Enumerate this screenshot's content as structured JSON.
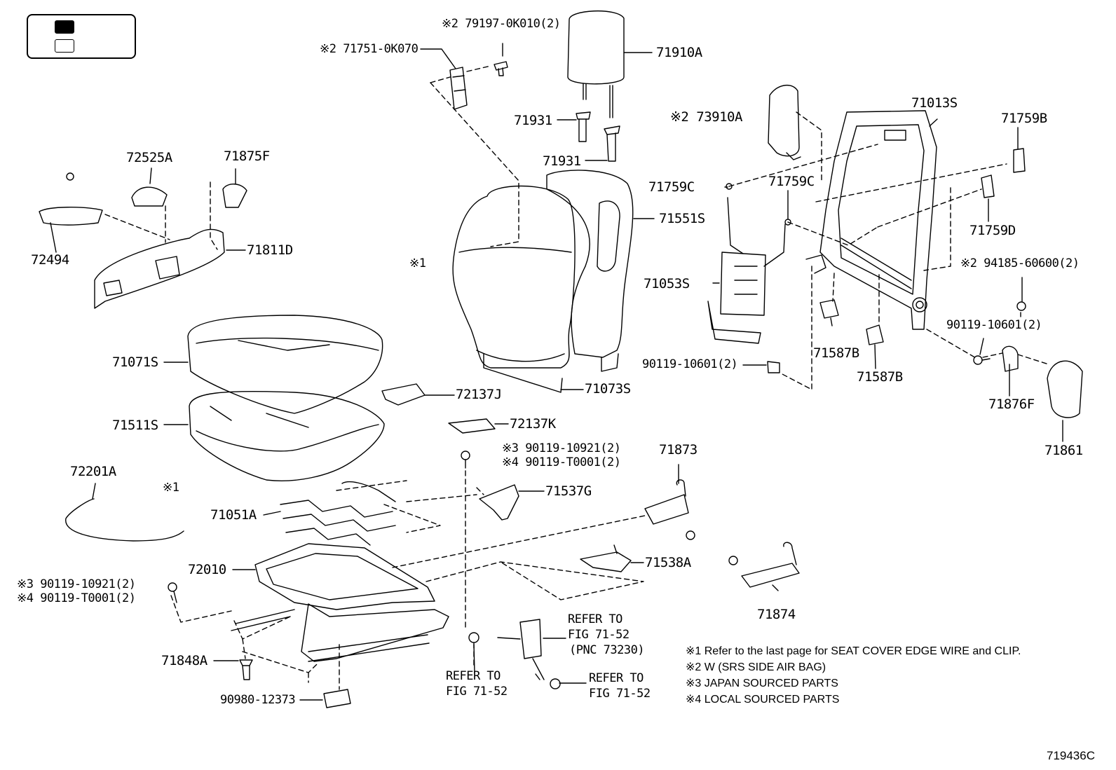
{
  "legend": {
    "swatches": [
      {
        "fill": "#000000"
      },
      {
        "fill": "#ffffff"
      }
    ]
  },
  "part_labels": {
    "p_79197": "※2 79197-0K010(2)",
    "p_71751": "※2 71751-0K070",
    "p_71910A": "71910A",
    "p_71931a": "71931",
    "p_71931b": "71931",
    "p_73910A": "※2 73910A",
    "p_71013S": "71013S",
    "p_71759B": "71759B",
    "p_71759C_a": "71759C",
    "p_71759C_b": "71759C",
    "p_71759D": "71759D",
    "p_72525A": "72525A",
    "p_71875F": "71875F",
    "p_72494": "72494",
    "p_71811D": "71811D",
    "p_71551S": "71551S",
    "p_71053S": "71053S",
    "p_294185": "※2 94185-60600(2)",
    "p_90119_10601a": "90119-10601(2)",
    "p_90119_10601b": "90119-10601(2)",
    "p_71587B_a": "71587B",
    "p_71587B_b": "71587B",
    "p_71876F": "71876F",
    "p_71861": "71861",
    "p_ref1a": "※1",
    "p_71071S": "71071S",
    "p_72137J": "72137J",
    "p_71073S": "71073S",
    "p_71511S": "71511S",
    "p_72137K": "72137K",
    "p_90119_10921a": "※3 90119-10921(2)",
    "p_90119_T0001a": "※4 90119-T0001(2)",
    "p_71873": "71873",
    "p_72201A": "72201A",
    "p_ref1b": "※1",
    "p_71537G": "71537G",
    "p_71051A": "71051A",
    "p_72010": "72010",
    "p_71538A": "71538A",
    "p_90119_10921b": "※3 90119-10921(2)",
    "p_90119_T0001b": "※4 90119-T0001(2)",
    "p_71874": "71874",
    "p_71848A": "71848A",
    "p_90980": "90980-12373"
  },
  "references": {
    "refer1_l1": "REFER TO",
    "refer1_l2": "FIG 71-52",
    "refer1_l3": "(PNC 73230)",
    "refer2_l1": "REFER TO",
    "refer2_l2": "FIG 71-52",
    "refer3_l1": "REFER TO",
    "refer3_l2": "FIG 71-52"
  },
  "notes": [
    "※1  Refer to the last page for SEAT COVER EDGE WIRE and CLIP.",
    "※2  W (SRS SIDE AIR BAG)",
    "※3  JAPAN SOURCED PARTS",
    "※4  LOCAL SOURCED PARTS"
  ],
  "figure_id": "719436C"
}
